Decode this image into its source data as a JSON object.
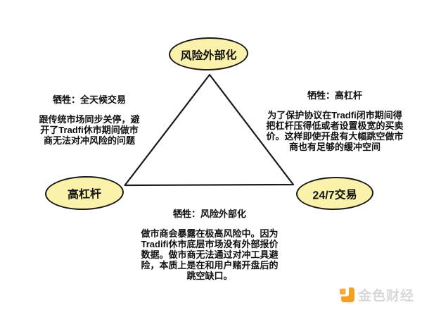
{
  "diagram": {
    "nodes": {
      "top": {
        "label": "风险外部化"
      },
      "left": {
        "label": "高杠杆"
      },
      "right": {
        "label": "24/7交易"
      }
    },
    "annotations": {
      "left": {
        "title": "牺牲：全天候交易",
        "body": "跟传统市场同步关停，避开了Tradfi休市期间做市商无法对冲风险的问题"
      },
      "right": {
        "title": "牺牲：高杠杆",
        "body": "为了保护协议在Tradfi闭市期间得把杠杆压得低或者设置极宽的买卖价。这样即使开盘有大幅跳空做市商也有足够的缓冲空间"
      },
      "bottom": {
        "title": "牺牲：风险外部化",
        "body": "做市商会暴露在极高风险中。因为Tradifi休市底层市场没有外部报价数据。做市商无法通过对冲工具避险，本质上是在和用户赌开盘后的跳空缺口。"
      }
    }
  },
  "watermark": {
    "brand": "金色财经"
  },
  "colors": {
    "background": "#FFFFFF",
    "node_fill": "#FAF1AA",
    "node_border": "#1A1A1A",
    "line": "#1A1A1A",
    "text": "#111111",
    "logo_orange": "#F5A01E",
    "logo_orange_light": "#F8AC38",
    "watermark_text": "#D8D8D8"
  }
}
